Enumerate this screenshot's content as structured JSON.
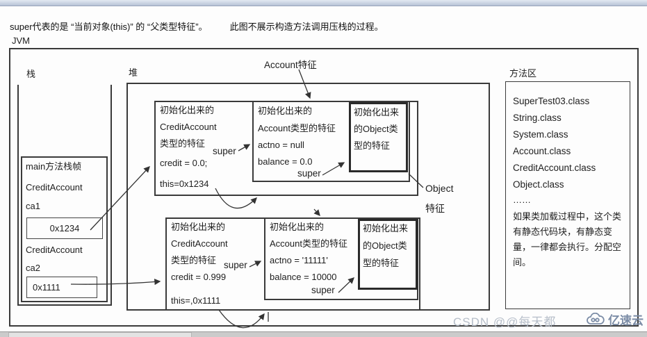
{
  "caption": {
    "left": "super代表的是 “当前对象(this)” 的 “父类型特征”。",
    "right": "此图不展示构造方法调用压栈的过程。"
  },
  "jvm_label": "JVM",
  "stack": {
    "label": "栈",
    "frame": {
      "title": "main方法栈帧",
      "vars": [
        {
          "type": "CreditAccount",
          "name": "ca1",
          "value": "0x1234"
        },
        {
          "type": "CreditAccount",
          "name": "ca2",
          "value": "0x1111"
        }
      ]
    }
  },
  "heap": {
    "label": "堆",
    "account_callout": "Account特征",
    "object_callout": {
      "line1": "Object",
      "line2": "特征"
    },
    "objects": [
      {
        "credit_part": {
          "line1": "初始化出来的",
          "line2": "CreditAccount",
          "line3": "类型的特征",
          "credit": "credit = 0.0;",
          "this_ref": "this=0x1234",
          "super_label": "super"
        },
        "account_part": {
          "line1": "初始化出来的",
          "line2": "Account类型的特征",
          "actno": "actno = null",
          "balance": "balance = 0.0",
          "super_label": "super"
        },
        "object_part": {
          "line1": "初始化出来",
          "line2": "的Object类",
          "line3": "型的特征"
        }
      },
      {
        "credit_part": {
          "line1": "初始化出来的",
          "line2": "CreditAccount",
          "line3": "类型的特征",
          "credit": "credit = 0.999",
          "this_ref": "this=,0x1111",
          "super_label": "super"
        },
        "account_part": {
          "line1": "初始化出来的",
          "line2": "Account类型的特征",
          "actno": "actno = '11111'",
          "balance": "balance = 10000",
          "super_label": "super"
        },
        "object_part": {
          "line1": "初始化出来",
          "line2": "的Object类",
          "line3": "型的特征"
        }
      }
    ]
  },
  "method_area": {
    "label": "方法区",
    "classes": [
      "SuperTest03.class",
      "String.class",
      "System.class",
      "Account.class",
      "CreditAccount.class",
      "Object.class"
    ],
    "ellipsis": "……",
    "note_lines": [
      "如果类加载过程中，这个类",
      "有静态代码块，有静态变",
      "量，一律都会执行。分配空",
      "间。"
    ]
  },
  "watermark": {
    "csdn": "CSDN @@每天都",
    "yisu": "亿速云"
  },
  "colors": {
    "topbar": "#b7c3d6",
    "line": "#3a3a3a",
    "watermark_gray": "#b6bec9",
    "watermark_blue": "#7b8ca6"
  }
}
